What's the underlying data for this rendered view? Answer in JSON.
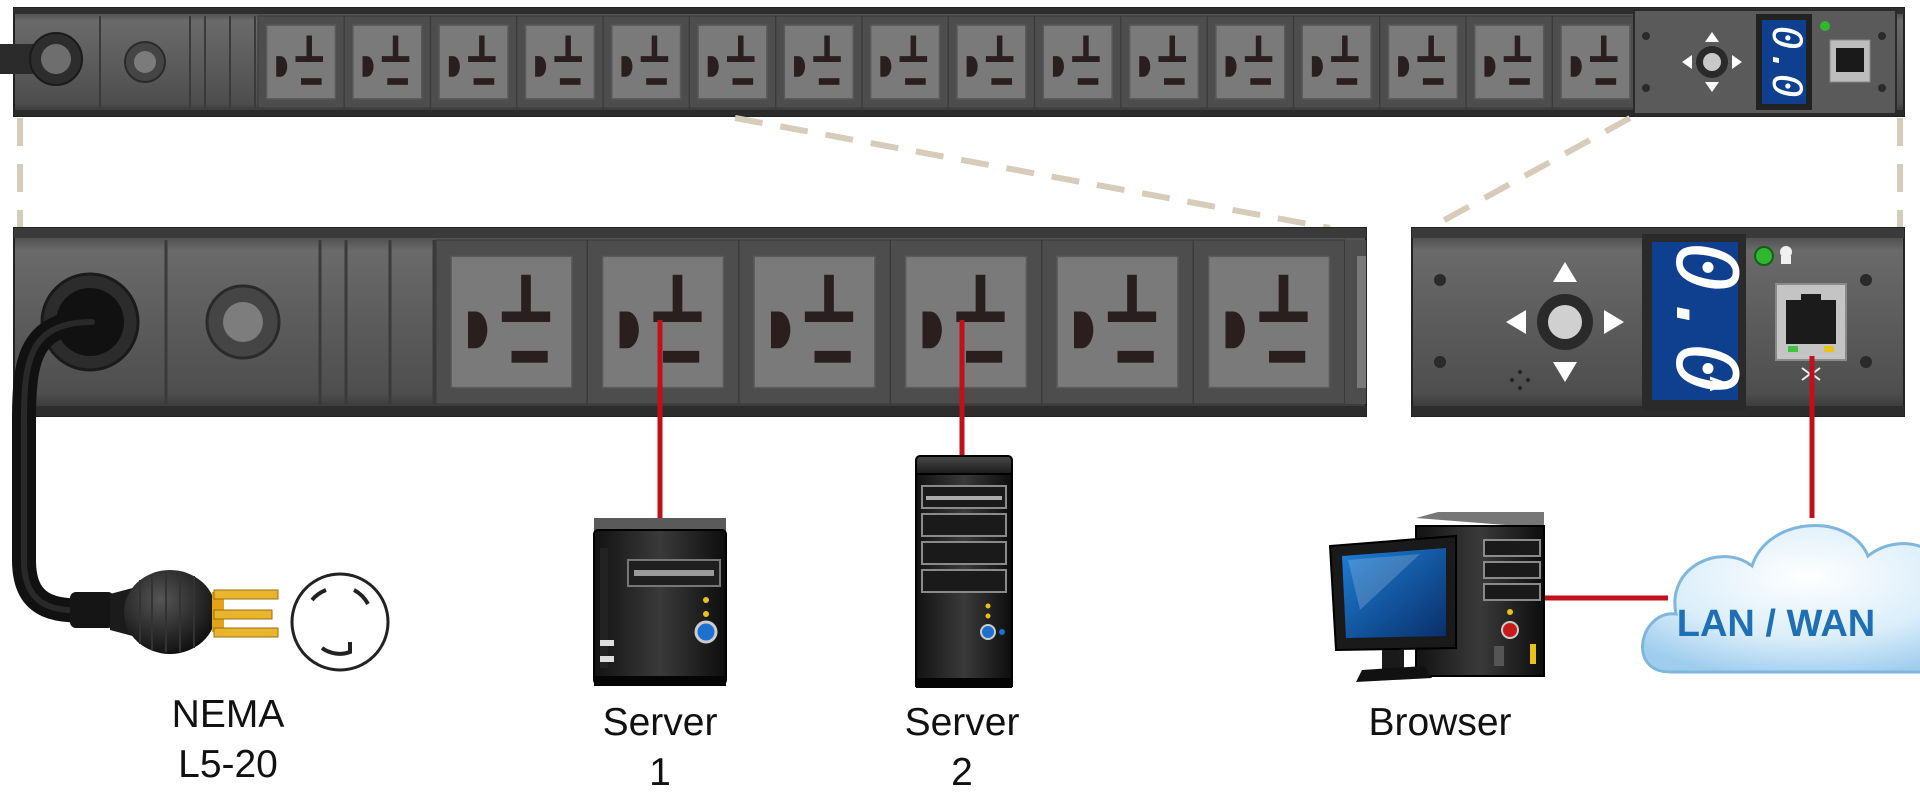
{
  "labels": {
    "plug": [
      "NEMA",
      "L5-20"
    ],
    "server1": [
      "Server",
      "1"
    ],
    "server2": [
      "Server",
      "2"
    ],
    "browser": [
      "Browser"
    ],
    "cloud": "LAN / WAN"
  },
  "display": {
    "reading": "0.0",
    "unit": "A"
  },
  "counts": {
    "overview_outlets": 16,
    "zoom_outlets": 6
  },
  "colors": {
    "strip": "#5b5b5b",
    "outlet_face": "#7a7a7a",
    "connection": "#c0101a",
    "display_bg": "#0f3f8f",
    "display_digits": "#ffffff",
    "cloud_text": "#1f6fb5",
    "zoom_guides": "#d7cbb9",
    "status_led": "#2eb82e"
  }
}
